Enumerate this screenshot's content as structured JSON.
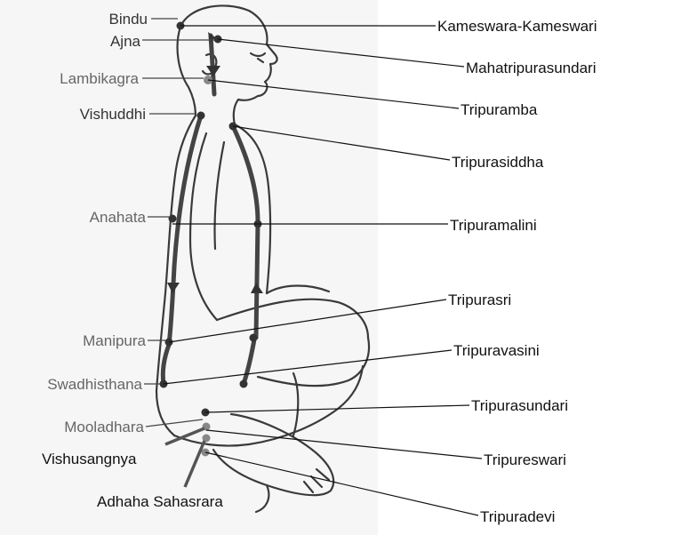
{
  "left_labels": {
    "bindu": "Bindu",
    "ajna": "Ajna",
    "lambikagra": "Lambikagra",
    "vishuddhi": "Vishuddhi",
    "anahata": "Anahata",
    "manipura": "Manipura",
    "swadhisthana": "Swadhisthana",
    "mooladhara": "Mooladhara"
  },
  "bottom_labels": {
    "vishusangnya": "Vishusangnya",
    "adhaha_sahasrara": "Adhaha Sahasrara"
  },
  "right_labels": {
    "kameswara": "Kameswara-Kameswari",
    "mahatripurasundari": "Mahatripurasundari",
    "tripuramba": "Tripuramba",
    "tripurasiddha": "Tripurasiddha",
    "tripuramalini": "Tripuramalini",
    "tripurasri": "Tripurasri",
    "tripuravasini": "Tripuravasini",
    "tripurasundari": "Tripurasundari",
    "tripureswari": "Tripureswari",
    "tripuradevi": "Tripuradevi"
  },
  "colors": {
    "panel": "#f6f6f6",
    "ink": "#333333",
    "leader": "#111111"
  },
  "icons": [
    "meditating-figure-icon",
    "chakra-node-icon",
    "flow-arrow-icon"
  ]
}
